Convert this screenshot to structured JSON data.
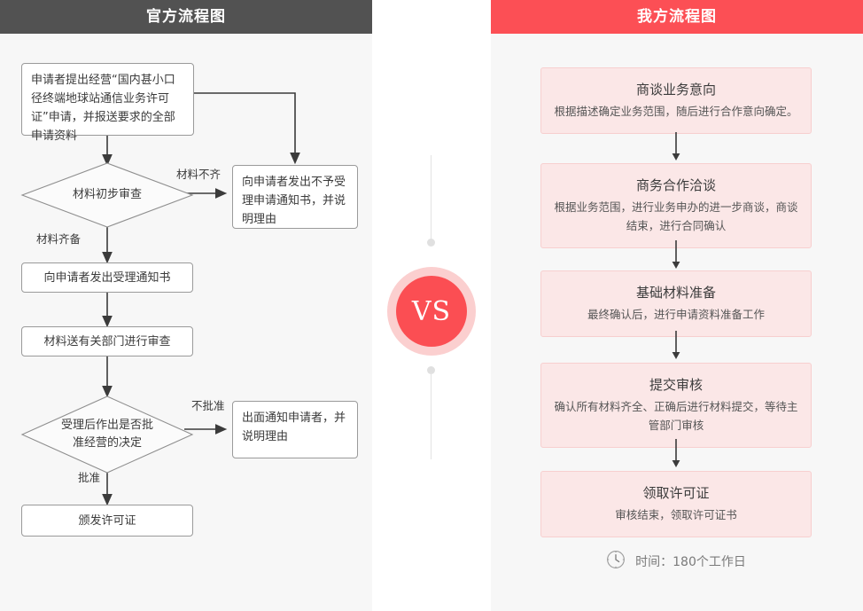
{
  "panels": {
    "left": {
      "header": "官方流程图",
      "header_color": "#525252",
      "nodes": [
        {
          "id": "apply",
          "text": "申请者提出经营“国内甚小口径终端地球站通信业务许可证”申请，并报送要求的全部申请资料"
        },
        {
          "id": "reject-box",
          "text": "向申请者发出不予受理申请通知书，并说明理由"
        },
        {
          "id": "first-review",
          "text": "材料初步审查"
        },
        {
          "id": "accept-note",
          "text": "向申请者发出受理通知书"
        },
        {
          "id": "dept-review",
          "text": "材料送有关部门进行审查"
        },
        {
          "id": "decision",
          "text": "受理后作出是否批准经营的决定"
        },
        {
          "id": "notify-box",
          "text": "出面通知申请者，并说明理由"
        },
        {
          "id": "issue",
          "text": "颁发许可证"
        }
      ],
      "edge_labels": [
        {
          "id": "incomplete",
          "text": "材料不齐"
        },
        {
          "id": "complete",
          "text": "材料齐备"
        },
        {
          "id": "denied",
          "text": "不批准"
        },
        {
          "id": "approved",
          "text": "批准"
        }
      ]
    },
    "right": {
      "header": "我方流程图",
      "header_color": "#fc4f55",
      "cards": [
        {
          "title": "商谈业务意向",
          "desc": "根据描述确定业务范围，随后进行合作意向确定。"
        },
        {
          "title": "商务合作洽谈",
          "desc": "根据业务范围，进行业务申办的进一步商谈，商谈结束，进行合同确认"
        },
        {
          "title": "基础材料准备",
          "desc": "最终确认后，进行申请资料准备工作"
        },
        {
          "title": "提交审核",
          "desc": "确认所有材料齐全、正确后进行材料提交，等待主管部门审核"
        },
        {
          "title": "领取许可证",
          "desc": "审核结束，领取许可证书"
        }
      ],
      "footer": {
        "icon": "clock-icon",
        "text": "时间：180个工作日"
      }
    }
  },
  "middle": {
    "badge": "VS",
    "badge_ring_color": "#fbcfcf",
    "badge_color": "#fb4e53"
  }
}
